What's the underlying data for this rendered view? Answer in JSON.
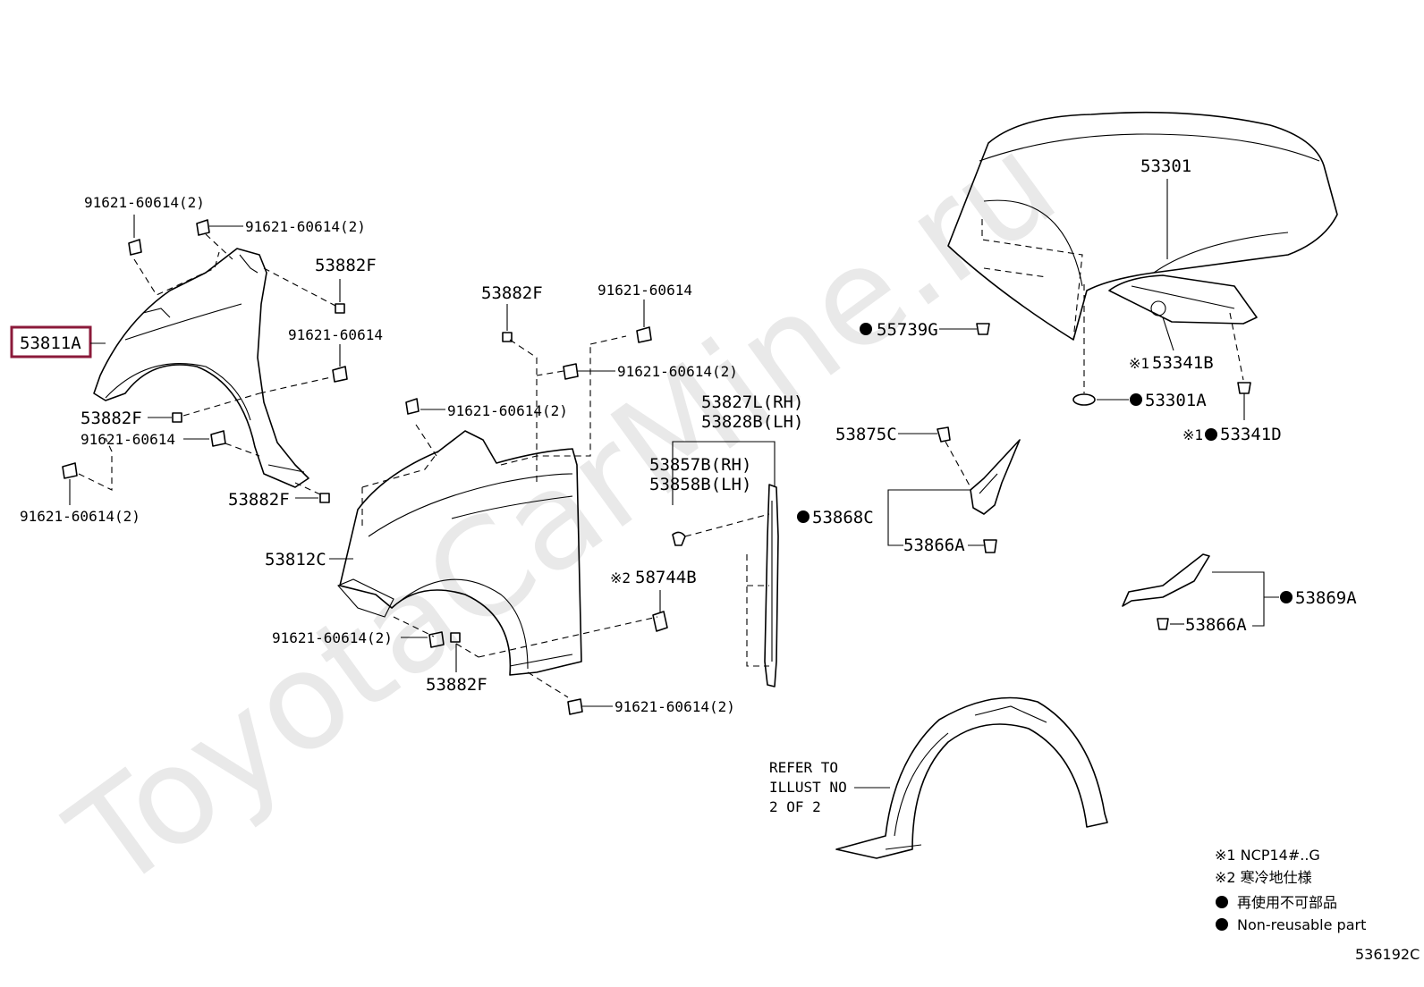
{
  "watermark": "ToyotaCarMine.ru",
  "diagram_id": "536192C",
  "labels": {
    "p53811A": "53811A",
    "p53812C": "53812C",
    "p53301": "53301",
    "p55739G": "55739G",
    "p53341B": "53341B",
    "p53301A": "53301A",
    "p53341D": "53341D",
    "p53875C": "53875C",
    "p53868C": "53868C",
    "p53866A_1": "53866A",
    "p53866A_2": "53866A",
    "p53869A": "53869A",
    "p53827L": "53827L(RH)",
    "p53828B": "53828B(LH)",
    "p53857B": "53857B(RH)",
    "p53858B": "53858B(LH)",
    "p58744B": "58744B",
    "p53882F_1": "53882F",
    "p53882F_2": "53882F",
    "p53882F_3": "53882F",
    "p53882F_4": "53882F",
    "p53882F_5": "53882F",
    "b1": "91621-60614(2)",
    "b2": "91621-60614(2)",
    "b3": "91621-60614",
    "b4": "91621-60614",
    "b5": "91621-60614(2)",
    "b6": "91621-60614",
    "b7": "91621-60614(2)",
    "b8": "91621-60614(2)",
    "b9": "91621-60614(2)",
    "b10": "91621-60614(2)",
    "refer_line1": "REFER TO",
    "refer_line2": "ILLUST NO",
    "refer_line3": "2 OF 2",
    "mark1": "※1",
    "mark2": "※1",
    "mark3": "※2"
  },
  "legend": {
    "note1": "※1 NCP14#..G",
    "note2": "※2 寒冷地仕様",
    "note3": "再使用不可部品",
    "note4": "Non-reusable part"
  },
  "highlight": "53811A"
}
